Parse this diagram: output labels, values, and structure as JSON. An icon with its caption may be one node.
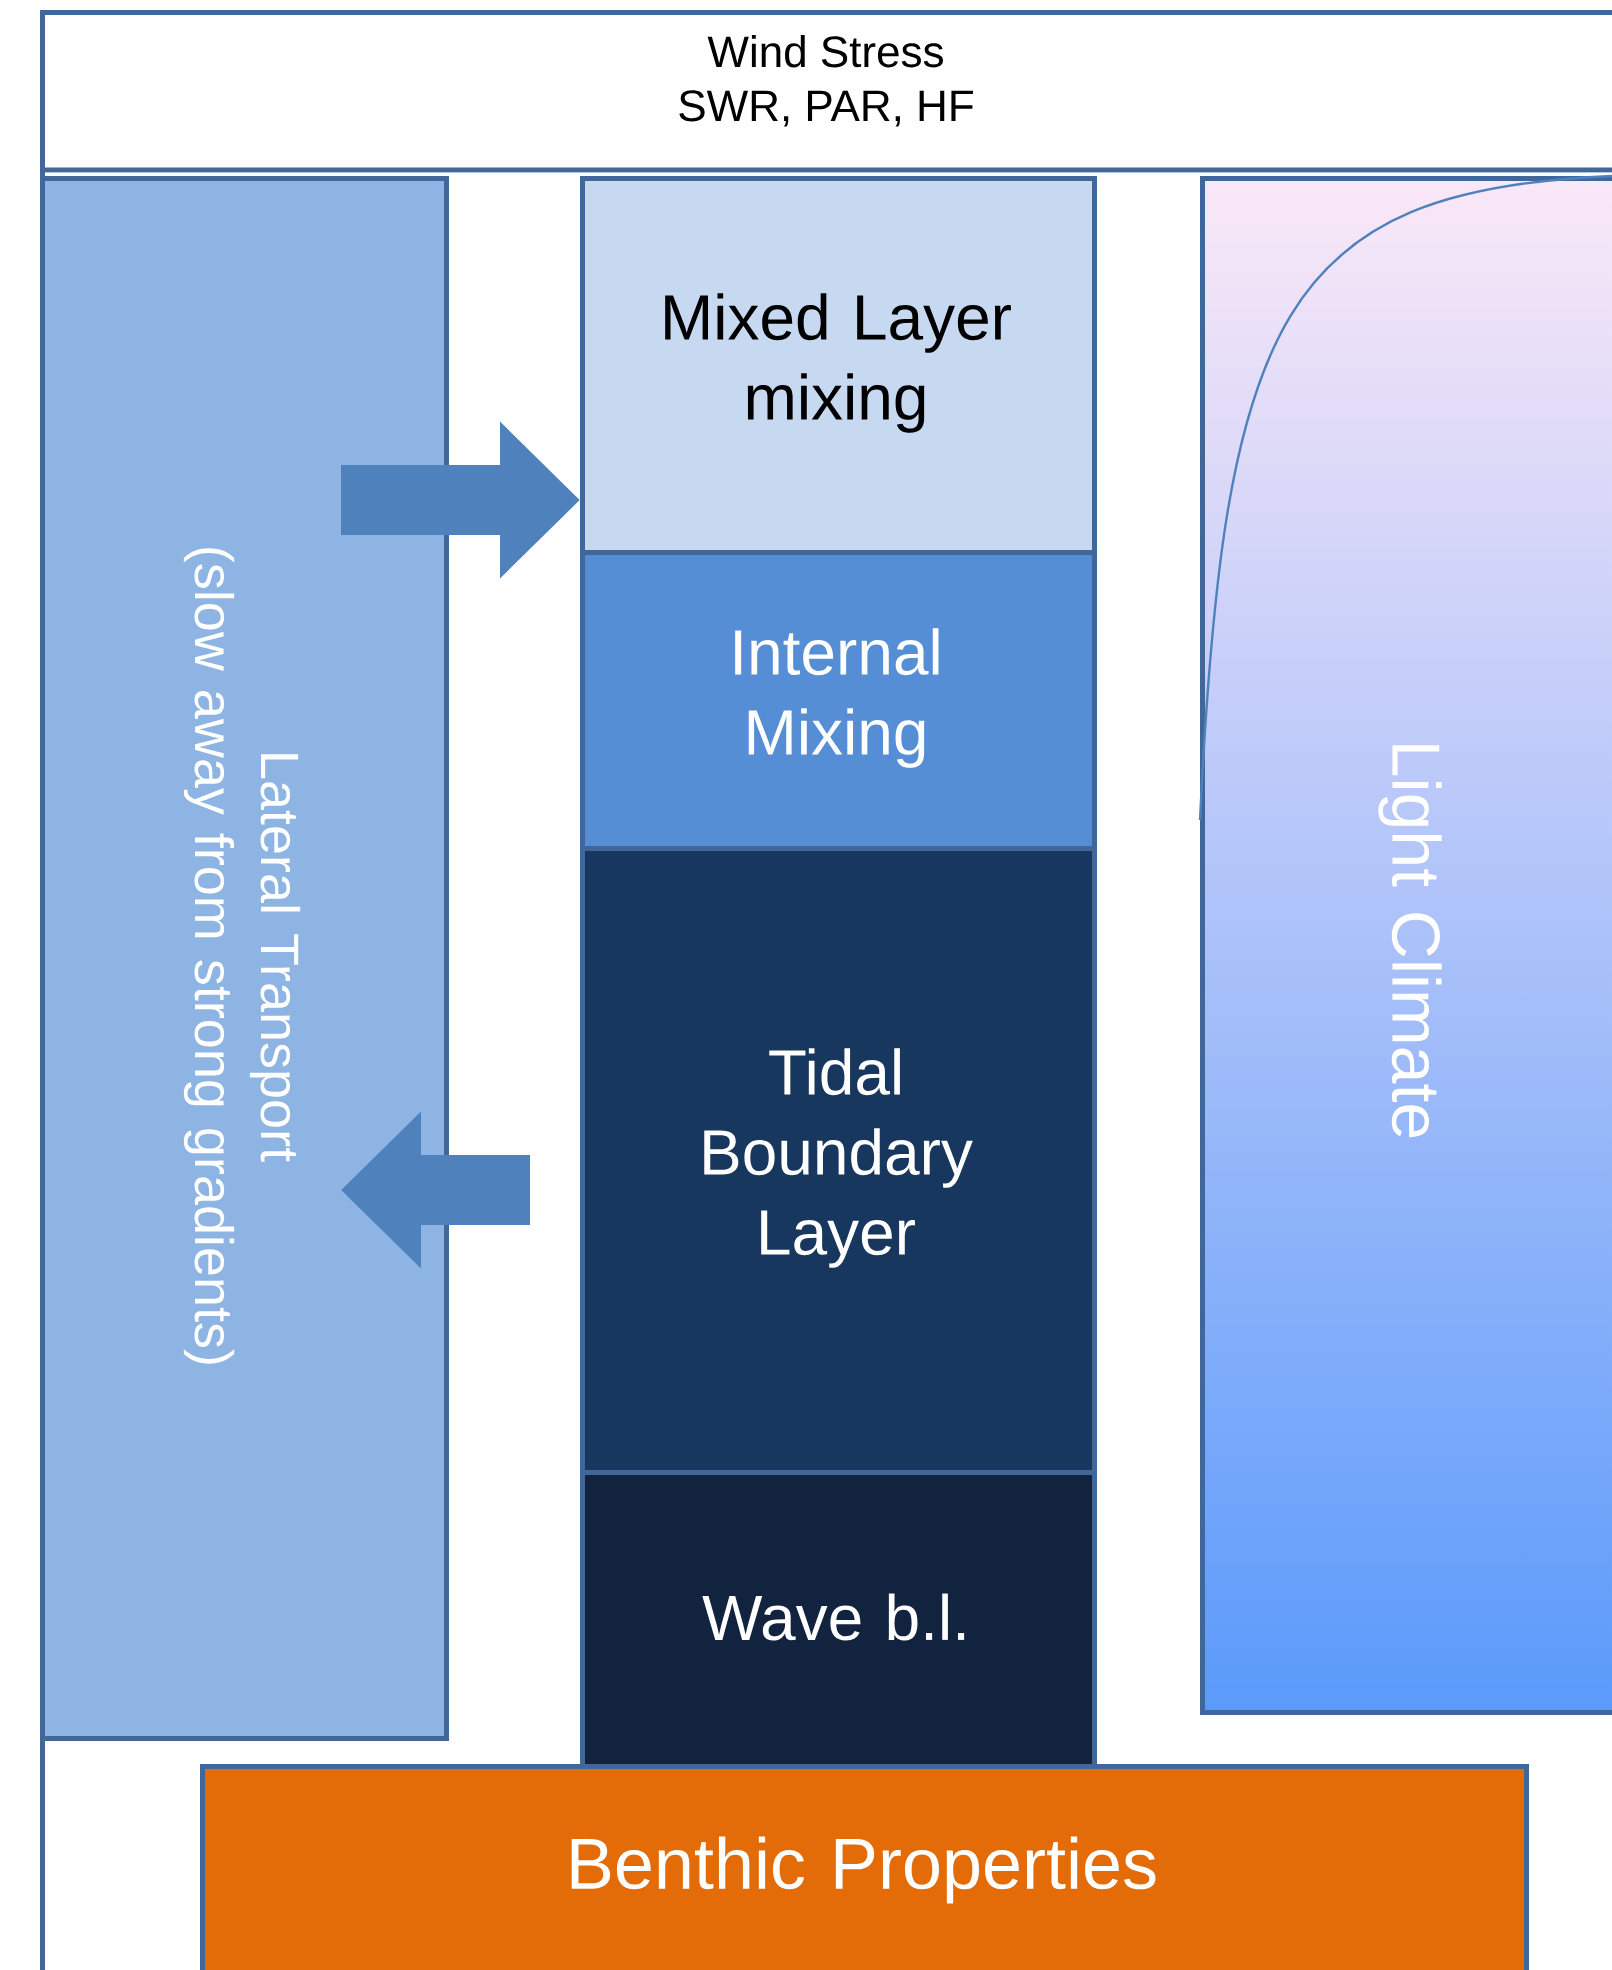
{
  "diagram": {
    "nodes": [
      {
        "text": [
          "Wind Stress",
          "SWR, PAR, HF"
        ]
      },
      {
        "text": [
          "Lateral Transport",
          "(slow away from strong gradients)"
        ],
        "in": 0
      },
      {
        "text": [
          "Mixed Layer mixing"
        ],
        "in": 0
      },
      {
        "text": [
          "Internal Mixing"
        ],
        "in": 0
      },
      {
        "text": [
          "Tidal Boundary Layer"
        ],
        "in": 0
      },
      {
        "text": [
          "Wave b.l."
        ],
        "in": 0
      },
      {
        "text": [
          "Light Climate"
        ],
        "in": 0
      },
      {
        "text": [
          "Benthic Properties"
        ],
        "in": 0
      }
    ],
    "edges": [
      {
        "from": 1,
        "to": 2,
        "arrow": "to"
      },
      {
        "from": 4,
        "to": 1,
        "arrow": "to"
      }
    ]
  }
}
